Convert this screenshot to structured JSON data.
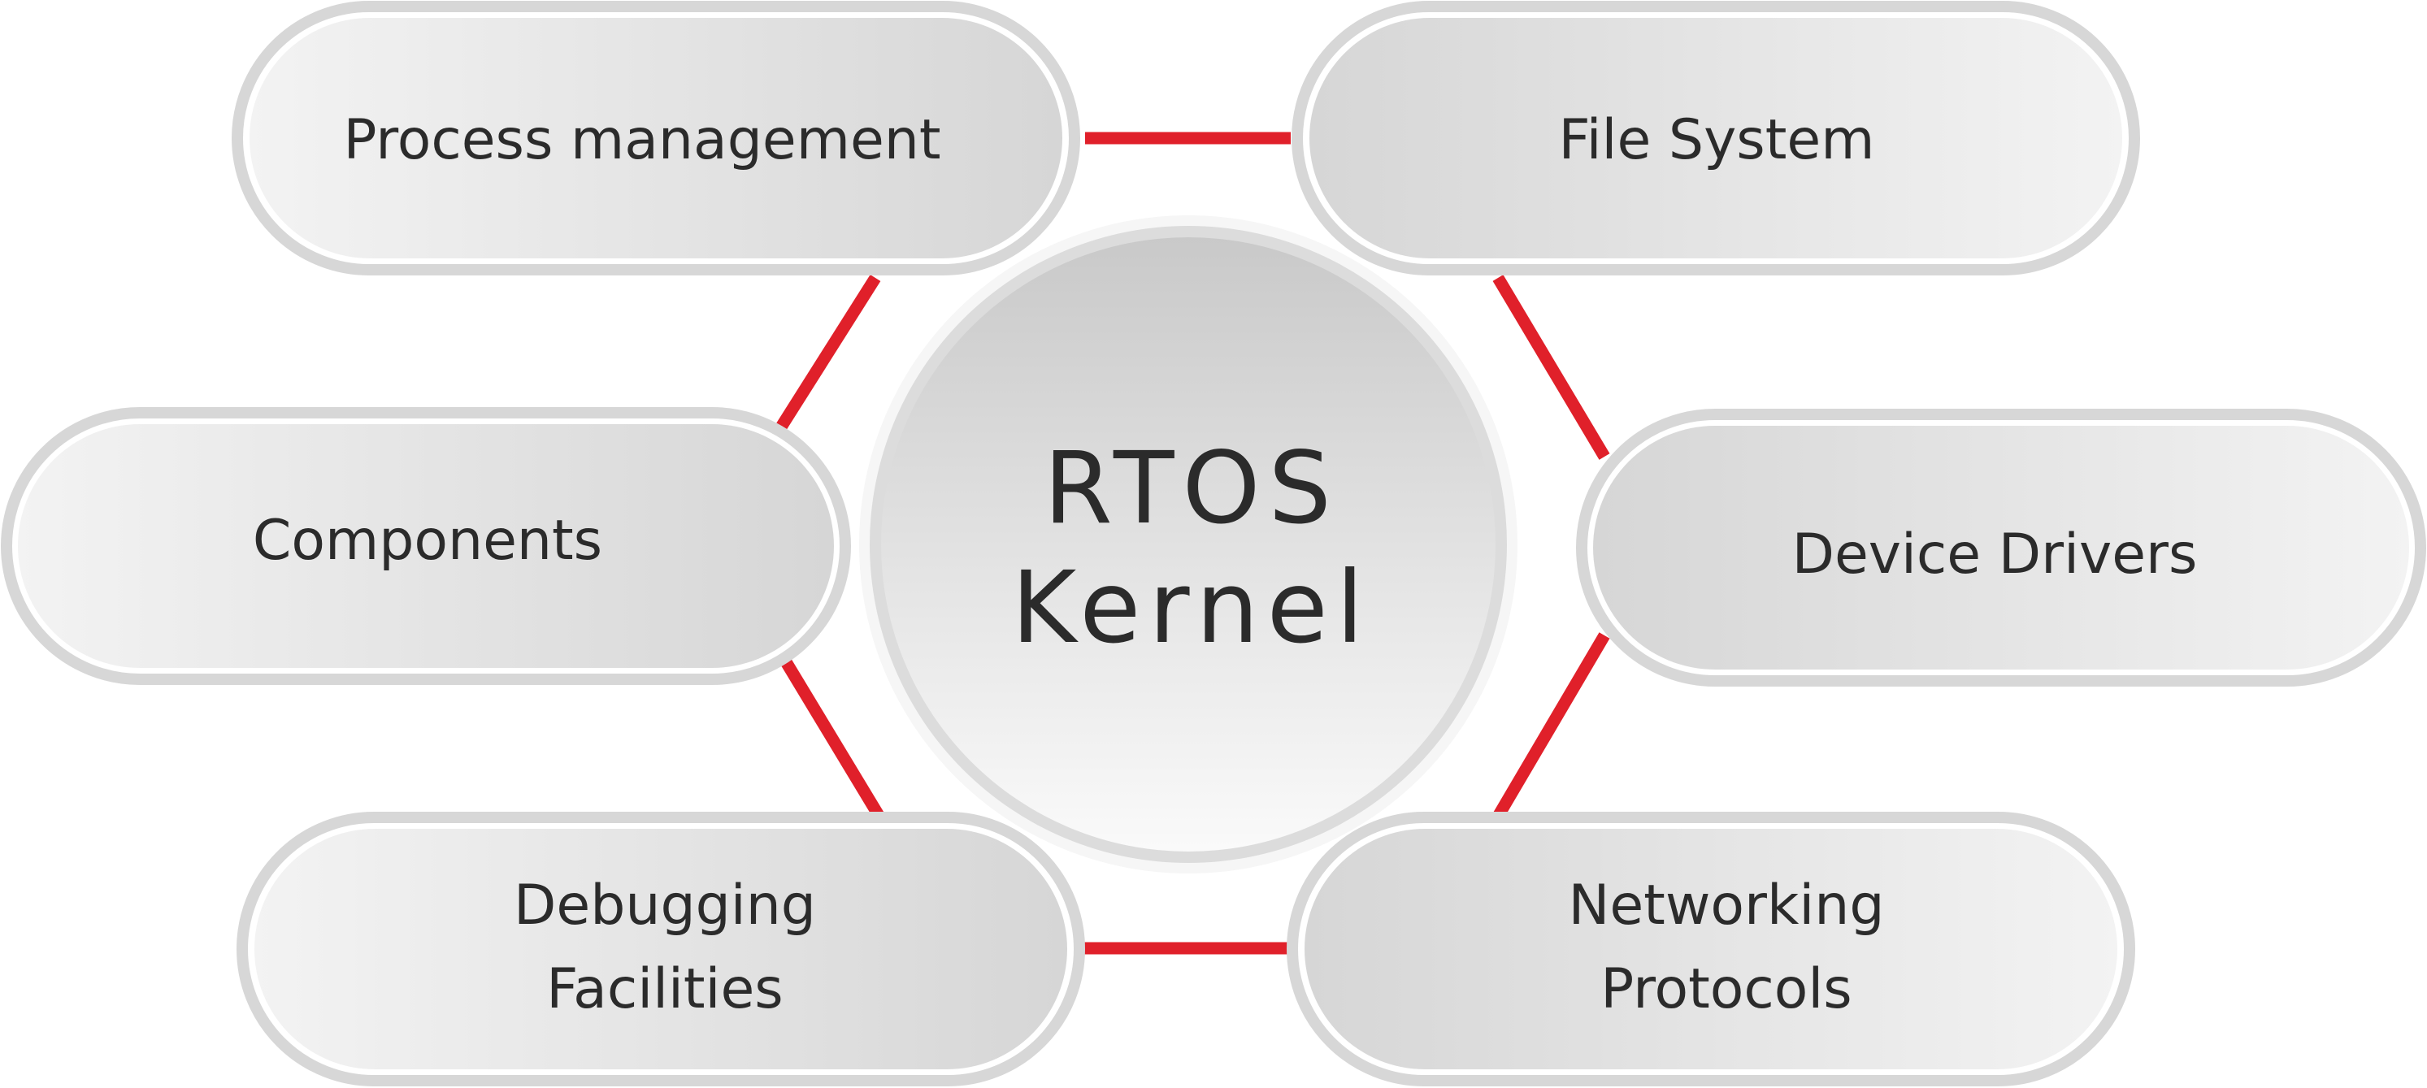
{
  "diagram": {
    "core": {
      "lines": [
        "RTOS",
        "Kernel"
      ]
    },
    "nodes": [
      {
        "id": "process-management",
        "lines": [
          "Process management"
        ]
      },
      {
        "id": "file-system",
        "lines": [
          "File System"
        ]
      },
      {
        "id": "components",
        "lines": [
          "Components"
        ]
      },
      {
        "id": "device-drivers",
        "lines": [
          "Device Drivers"
        ]
      },
      {
        "id": "debugging-facilities",
        "lines": [
          "Debugging",
          "Facilities"
        ]
      },
      {
        "id": "networking-protocols",
        "lines": [
          "Networking",
          "Protocols"
        ]
      }
    ],
    "connector_color": "#e0202a",
    "pill_color": "#d9d9d9",
    "outline_color": "#d7d7d7"
  }
}
